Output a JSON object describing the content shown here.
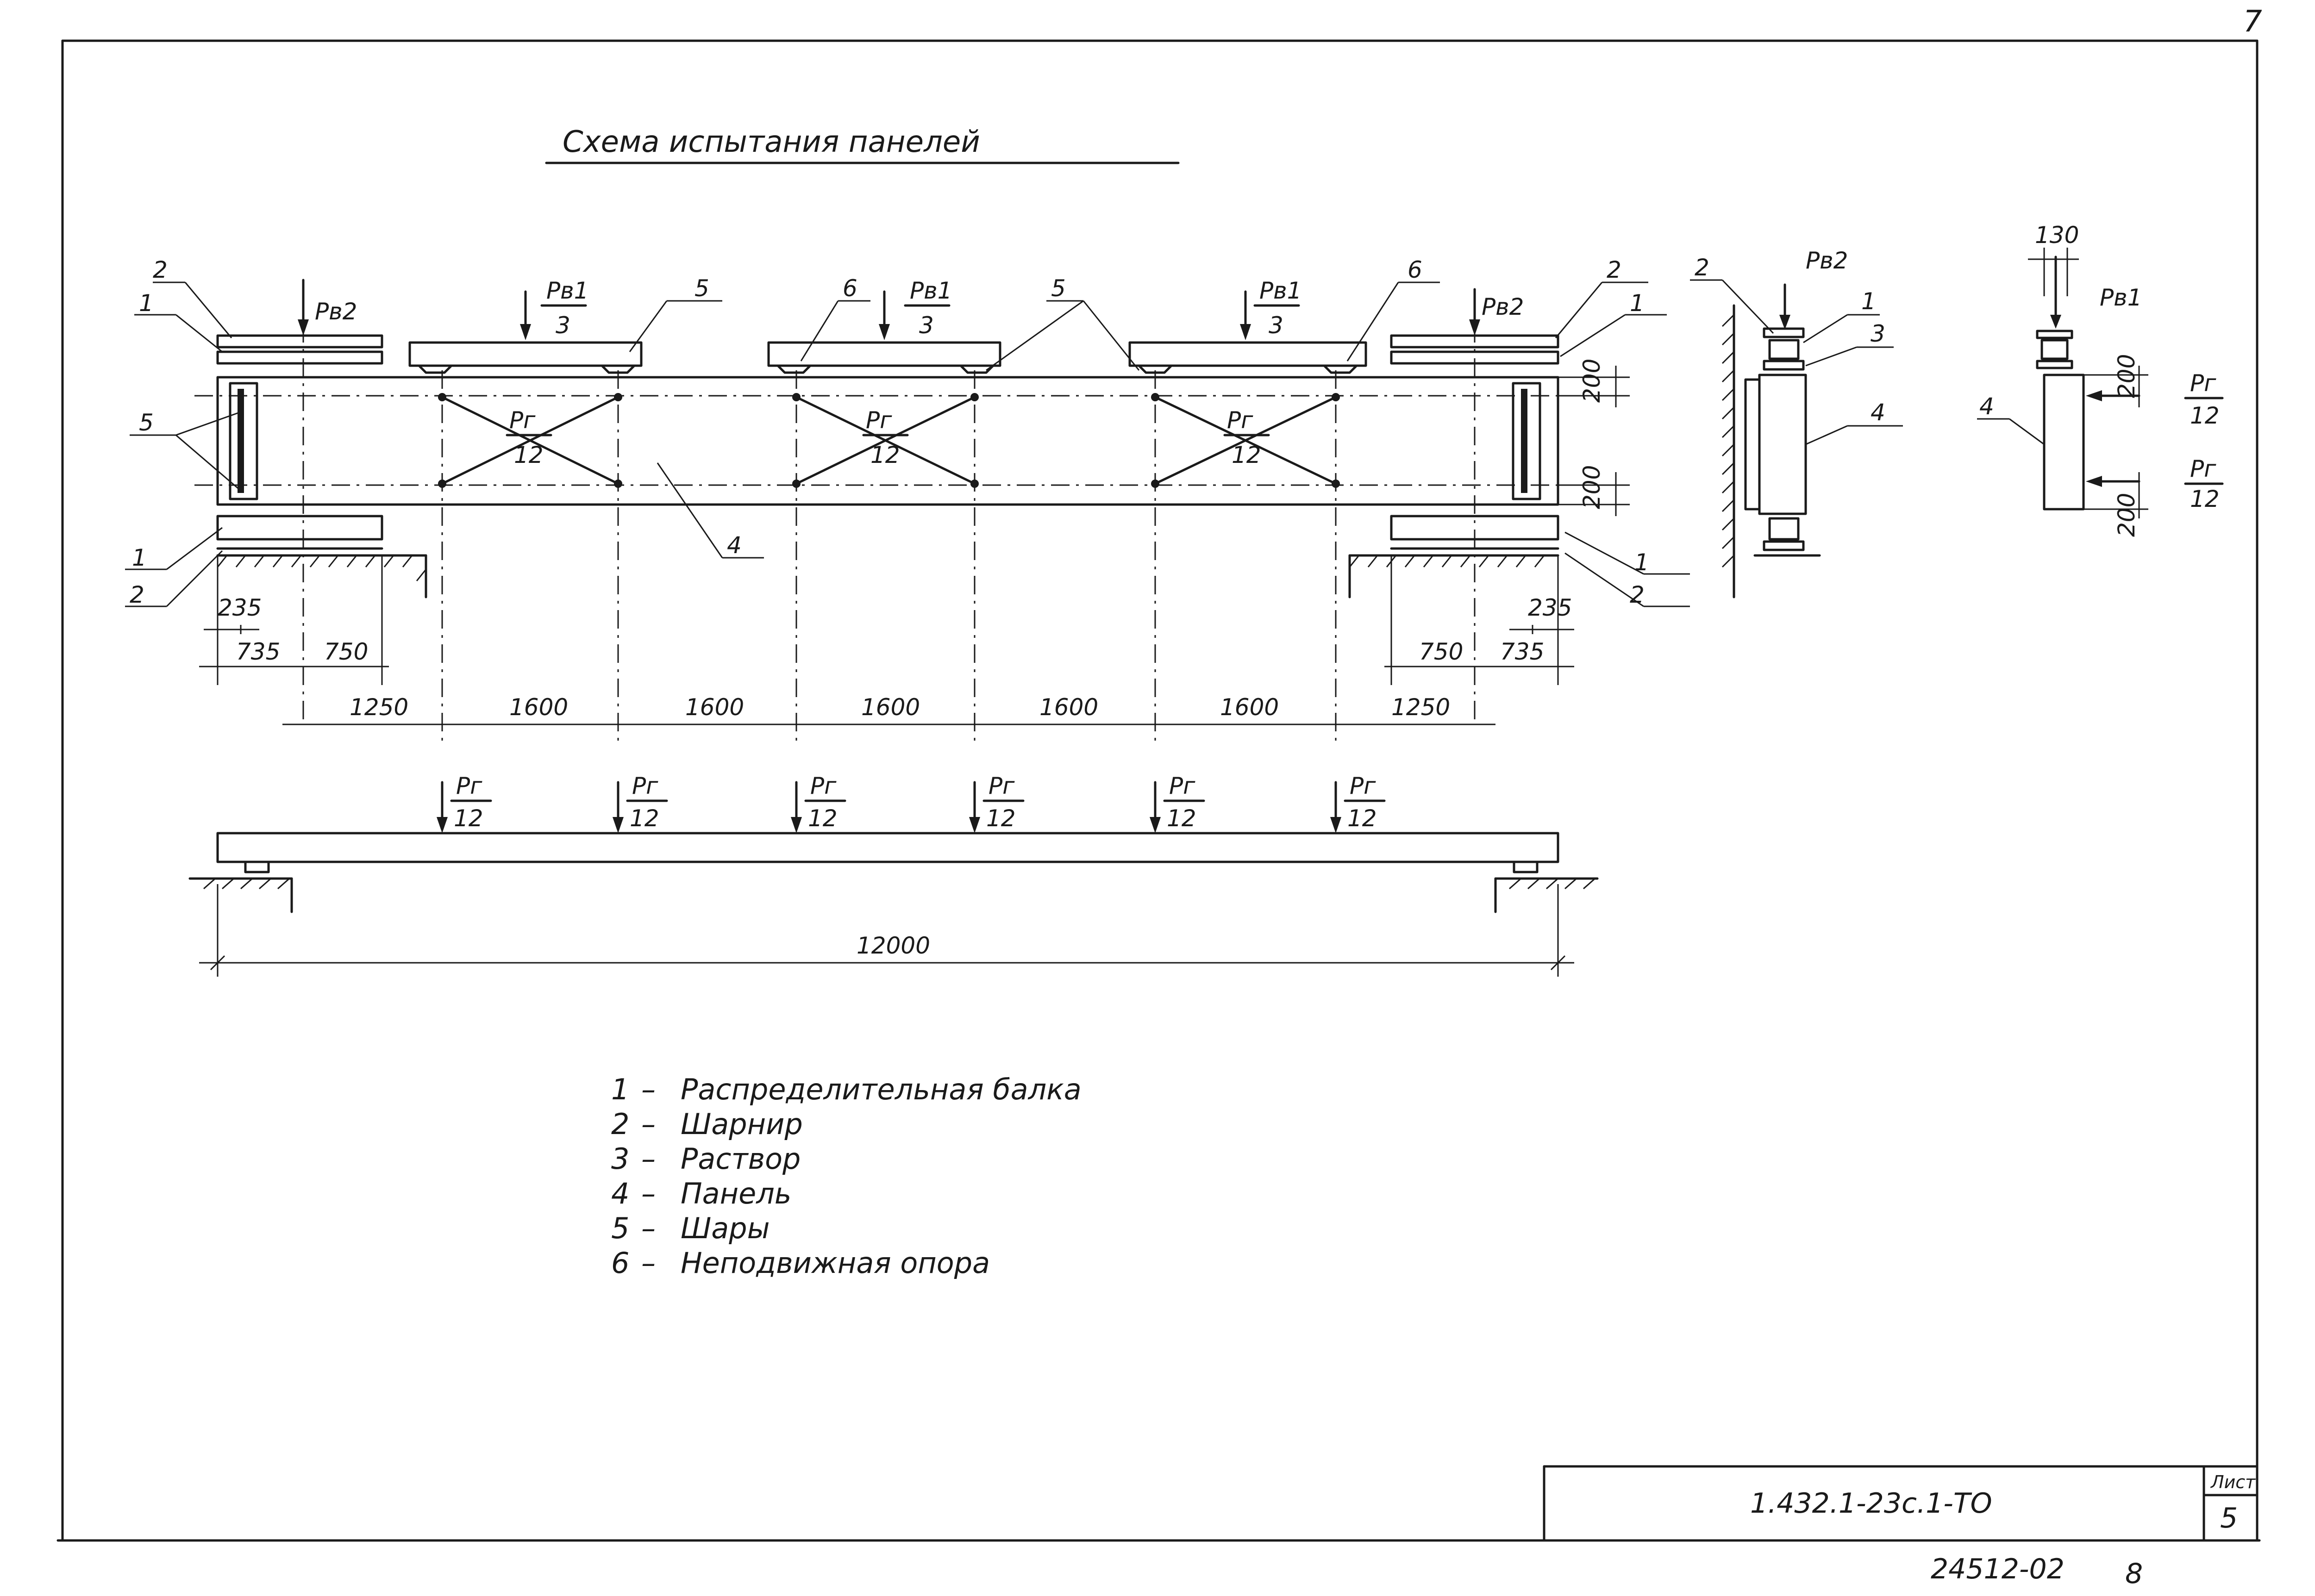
{
  "sheet_number_top": "7",
  "title": "Схема испытания панелей",
  "loads": {
    "pv2": "Pв2",
    "pv1_over_3_num": "Pв1",
    "pv1_over_3_den": "3",
    "pg_over_12_num": "Pг",
    "pg_over_12_den": "12",
    "pv1": "Pв1"
  },
  "callouts": [
    "1",
    "2",
    "3",
    "4",
    "5",
    "6"
  ],
  "dimensions": {
    "d235": "235",
    "d735": "735",
    "d750": "750",
    "d1250": "1250",
    "d1600": "1600",
    "d200": "200",
    "d130": "130",
    "d12000": "12000"
  },
  "legend": [
    {
      "num": "1",
      "text": "Распределительная балка"
    },
    {
      "num": "2",
      "text": "Шарнир"
    },
    {
      "num": "3",
      "text": "Раствор"
    },
    {
      "num": "4",
      "text": "Панель"
    },
    {
      "num": "5",
      "text": "Шары"
    },
    {
      "num": "6",
      "text": "Неподвижная опора"
    }
  ],
  "stamp": {
    "code": "1.432.1-23с.1-ТО",
    "sheet_label": "Лист",
    "sheet_value": "5"
  },
  "archive_number": "24512-02",
  "page_number": "8"
}
